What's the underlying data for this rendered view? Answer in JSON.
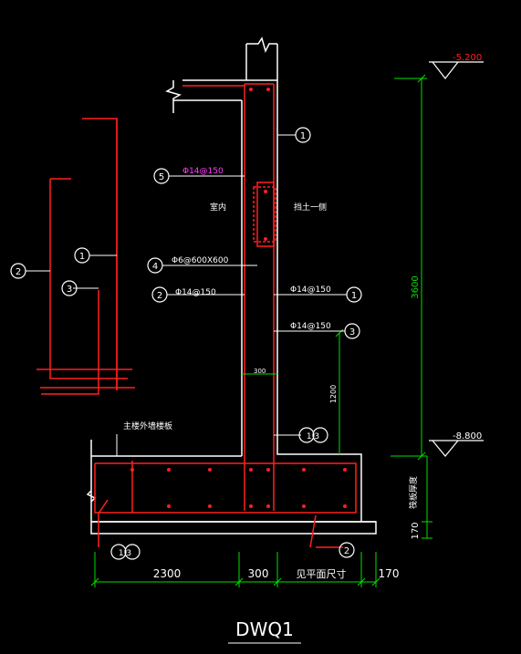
{
  "drawing": {
    "title": "DWQ1",
    "elevation_top": "-5.200",
    "elevation_bottom": "-8.800",
    "height_total": "3600",
    "height_lower": "1200",
    "wall_thickness_label": "300",
    "interior_label": "室内",
    "exterior_label": "挡土一侧",
    "bottom_extent_label": "见平面尺寸",
    "slab_note": "主楼外墙楼板",
    "raft_note": "筏板厚度",
    "callouts": {
      "c1": "1",
      "c2": "2",
      "c3": "3",
      "c4": "4",
      "c5": "5",
      "c13": "1 3"
    },
    "rebar_labels": {
      "top_bar": "Φ14@150",
      "stirrup": "Φ6@600X600",
      "left_vertical": "Φ14@150",
      "right_vertical": "Φ14@150",
      "right_horizontal": "Φ14@150"
    },
    "dims": {
      "d1": "2300",
      "d2": "300",
      "d3": "170",
      "d4": "170"
    },
    "colors": {
      "background": "#000000",
      "outline": "#ffffff",
      "rebar": "#ff2020",
      "dimension": "#00e000",
      "text": "#ffffff",
      "highlight": "#ff40ff"
    }
  }
}
